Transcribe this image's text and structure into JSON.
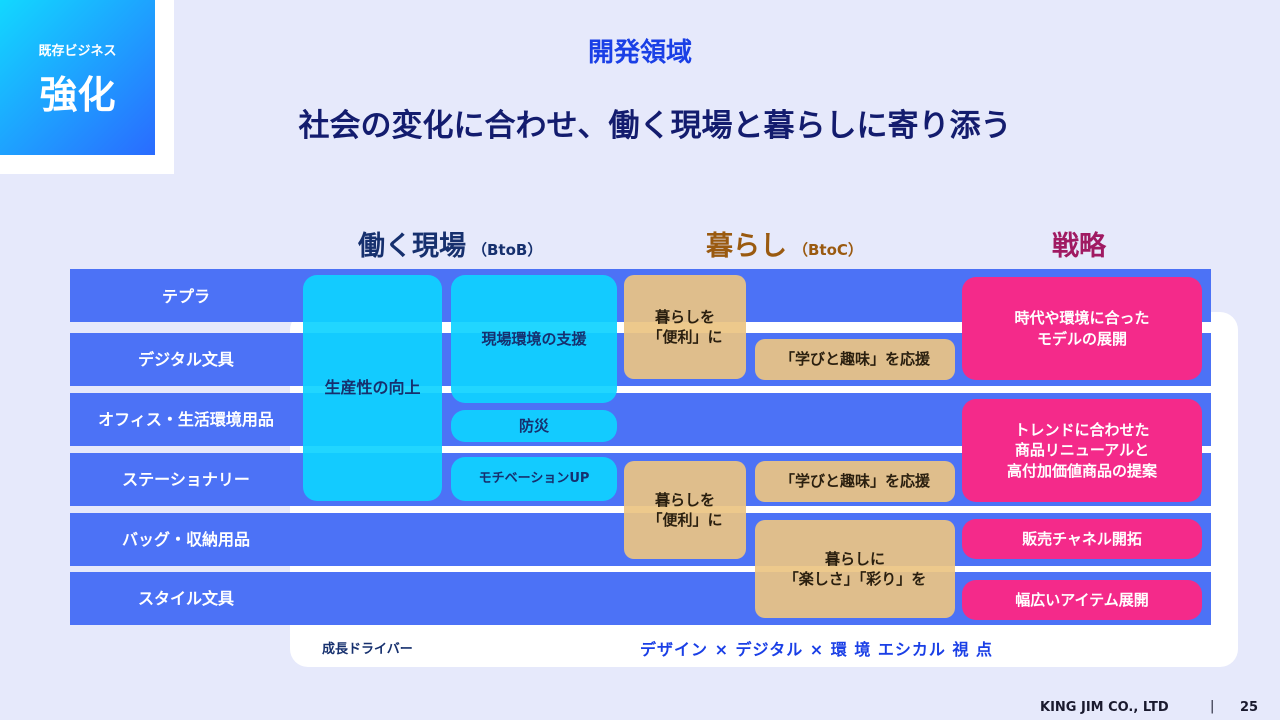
{
  "badge": {
    "small": "既存ビジネス",
    "big": "強化"
  },
  "section_title": "開発領域",
  "headline": "社会の変化に合わせ、働く現場と暮らしに寄り添う",
  "columns": {
    "btob": {
      "main": "働く現場",
      "sub": "（BtoB）"
    },
    "btoc": {
      "main": "暮らし",
      "sub": "（BtoC）"
    },
    "strategy": {
      "main": "戦略"
    }
  },
  "rows": [
    "テプラ",
    "デジタル文具",
    "オフィス・生活環境用品",
    "ステーショナリー",
    "バッグ・収納用品",
    "スタイル文具"
  ],
  "btob": {
    "productivity": "生産性の向上",
    "site_support": "現場環境の支援",
    "disaster": "防災",
    "motivation": "モチベーションUP"
  },
  "btoc": {
    "convenient_1": "暮らしを\n「便利」に",
    "learning_1": "「学びと趣味」を応援",
    "convenient_2": "暮らしを\n「便利」に",
    "learning_2": "「学びと趣味」を応援",
    "fun_color": "暮らしに\n「楽しさ」「彩り」を"
  },
  "strategy": {
    "model": "時代や環境に合った\nモデルの展開",
    "renewal": "トレンドに合わせた\n商品リニューアルと\n高付加価値商品の提案",
    "channel": "販売チャネル開拓",
    "items": "幅広いアイテム展開"
  },
  "footer": {
    "driver_label": "成長ドライバー",
    "formula": "デザイン × デジタル × 環 境 エシカル 視 点",
    "copyright": "KING JIM CO., LTD",
    "separator": "|",
    "page": "25"
  },
  "colors": {
    "row_blue": "#4c72f6",
    "cyan": "#0ed2ff",
    "tan": "#ecc482",
    "pink": "#f42a8a",
    "title_blue": "#1a3fe6",
    "navy": "#131c6e"
  }
}
